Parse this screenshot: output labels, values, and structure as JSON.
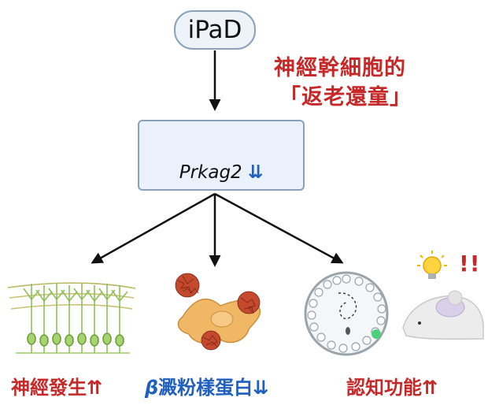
{
  "top_node": {
    "label": "iPaD"
  },
  "annotation": {
    "line1": "神經幹細胞的",
    "line2": "「返老還童」"
  },
  "gene": {
    "name": "Prkag2",
    "direction": "⇊"
  },
  "outcomes": [
    {
      "label": "神經發生",
      "direction": "⇈",
      "color": "#c62828"
    },
    {
      "prefix": "β",
      "label": "澱粉樣蛋白",
      "direction": "⇊",
      "color": "#1e5fbf"
    },
    {
      "label": "認知功能",
      "direction": "⇈",
      "color": "#c62828"
    }
  ],
  "exclaim": "!!",
  "colors": {
    "red": "#c62828",
    "blue": "#1e5fbf",
    "box_border": "#8aa1bc",
    "box_fill": "#eaf1fa"
  }
}
